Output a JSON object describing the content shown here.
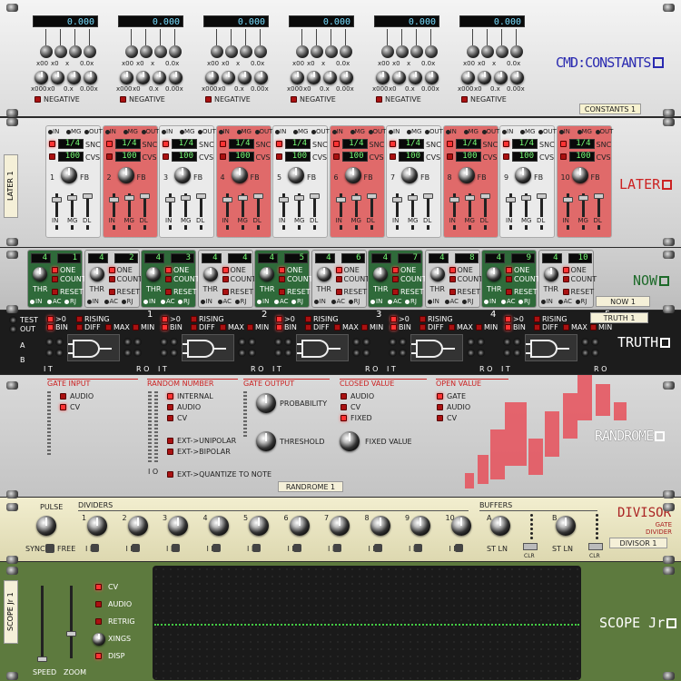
{
  "constants": {
    "lcd_value": "0.000",
    "mult_labels": [
      "x00",
      "x0",
      "x",
      "0.0x"
    ],
    "mult_labels_bottom": [
      "x000",
      "x0",
      "0.x",
      "0.00x"
    ],
    "negative": "NEGATIVE",
    "logo": "CMD:CONSTANTS",
    "tag": "CONSTANTS 1",
    "count": 6
  },
  "later": {
    "side_tag": "LATER 1",
    "logo": "LATER",
    "io": [
      "IN",
      "MG",
      "OUT"
    ],
    "snc_val": "1/4",
    "snc": "SNC",
    "cvs_val": "100",
    "cvs": "CVS",
    "fb": "FB",
    "faders": [
      "IN",
      "MG",
      "DL"
    ],
    "channels": [
      "1",
      "2",
      "3",
      "4",
      "5",
      "6",
      "7",
      "8",
      "9",
      "10"
    ]
  },
  "now": {
    "logo": "NOW",
    "tag": "NOW 1",
    "thr": "THR",
    "opts": [
      "ONE",
      "COUNT",
      "RESET"
    ],
    "bottom": [
      "IN",
      "AC",
      "RJ"
    ],
    "lcd_left": "4",
    "lcd_right": [
      "1",
      "2",
      "3",
      "4",
      "5",
      "6",
      "7",
      "8",
      "9",
      "10"
    ]
  },
  "truth": {
    "logo": "TRUTH",
    "tag": "TRUTH 1",
    "test": "TEST",
    "out": "OUT",
    "a": "A",
    "b": "B",
    "opts": [
      ">0",
      "RISING",
      "BIN",
      "DIFF",
      "MAX",
      "MIN"
    ],
    "it": "I T",
    "ro": "R O",
    "units": [
      "1",
      "2",
      "3",
      "4",
      "5"
    ]
  },
  "randrome": {
    "logo": "RANDROME",
    "tag": "RANDROME 1",
    "io": "I O",
    "sections": {
      "gate_input": {
        "title": "GATE INPUT",
        "items": [
          "AUDIO",
          "CV"
        ]
      },
      "random_number": {
        "title": "RANDOM NUMBER",
        "items": [
          "INTERNAL",
          "AUDIO",
          "CV"
        ]
      },
      "gate_output": {
        "title": "GATE OUTPUT",
        "probability": "PROBABILITY",
        "threshold": "THRESHOLD"
      },
      "closed_value": {
        "title": "CLOSED VALUE",
        "items": [
          "AUDIO",
          "CV",
          "FIXED"
        ],
        "fixed_value": "FIXED VALUE"
      },
      "open_value": {
        "title": "OPEN VALUE",
        "items": [
          "GATE",
          "AUDIO",
          "CV"
        ]
      }
    },
    "ext": [
      "EXT->UNIPOLAR",
      "EXT->BIPOLAR",
      "EXT->QUANTIZE TO NOTE"
    ]
  },
  "divisor": {
    "logo": "DIVISOR",
    "sub": "GATE DIVIDER",
    "tag": "DIVISOR 1",
    "pulse": "PULSE",
    "dividers": "DIVIDERS",
    "buffers": "BUFFERS",
    "sync": "SYNC",
    "free": "FREE",
    "ifl": "I F",
    "clr": "CLR",
    "st_ln": "ST LN",
    "nums": [
      "1",
      "2",
      "3",
      "4",
      "5",
      "6",
      "7",
      "8",
      "9",
      "10"
    ],
    "buf": [
      "A",
      "B"
    ]
  },
  "scope": {
    "logo": "SCOPE Jr",
    "side_tag": "SCOPE Jr 1",
    "speed": "SPEED",
    "zoom": "ZOOM",
    "opts": [
      "CV",
      "AUDIO",
      "RETRIG",
      "XINGS",
      "DISP"
    ]
  },
  "colors": {
    "later_red": "#e06a6a",
    "now_green": "#2f6a3a",
    "scope_green": "#5d7a3e",
    "lcd_text": "#66ddff"
  }
}
